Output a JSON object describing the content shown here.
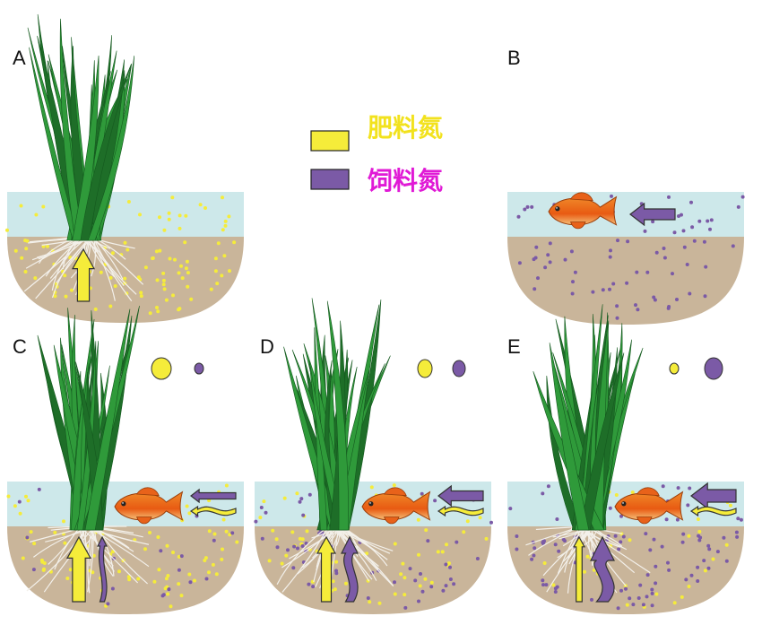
{
  "legend": {
    "fertilizer_label": "肥料氮",
    "feed_label": "饲料氮",
    "fertilizer_color": "#f5ec3a",
    "feed_color": "#7b5aa6",
    "fertilizer_text_color": "#f2e21d",
    "feed_text_color": "#e01ad6"
  },
  "panels": {
    "a": "A",
    "b": "B",
    "c": "C",
    "d": "D",
    "e": "E"
  },
  "colors": {
    "water": "#cde8ea",
    "soil": "#c9b59a",
    "grass": "#2f9a3a",
    "grass_dark": "#1e6e28",
    "root": "#f3f0ea",
    "fish": "#e8701e"
  }
}
